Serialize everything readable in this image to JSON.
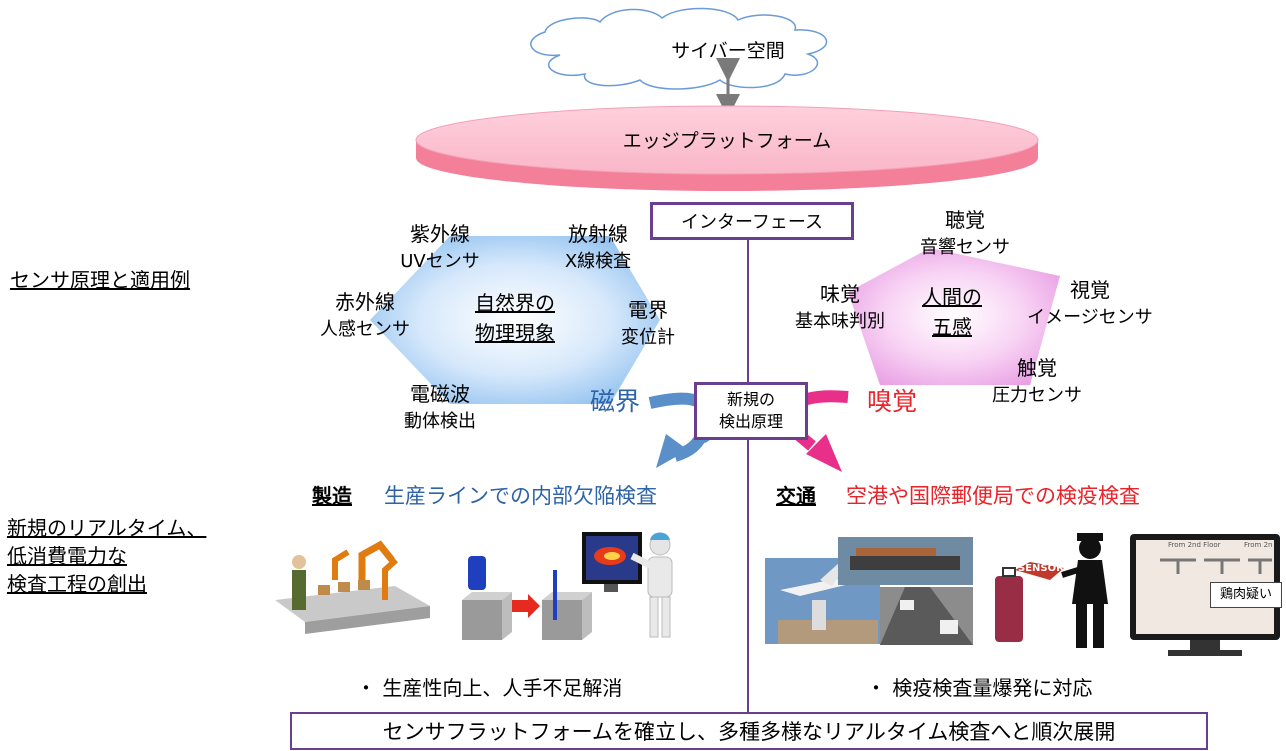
{
  "cloud": {
    "label": "サイバー空間"
  },
  "platform": {
    "label": "エッジプラットフォーム"
  },
  "interface": {
    "label": "インターフェース"
  },
  "left_heading": {
    "label": "センサ原理と適用例"
  },
  "left_bottom": {
    "lines": [
      "新規のリアルタイム、",
      "低消費電力な",
      "検査工程の創出"
    ]
  },
  "physical": {
    "center": [
      "自然界の",
      "物理現象"
    ],
    "items": [
      {
        "title": "紫外線",
        "sub": "UVセンサ"
      },
      {
        "title": "放射線",
        "sub": "X線検査"
      },
      {
        "title": "赤外線",
        "sub": "人感センサ"
      },
      {
        "title": "電界",
        "sub": "変位計"
      },
      {
        "title": "電磁波",
        "sub": "動体検出"
      }
    ],
    "highlight": "磁界",
    "highlight_color": "#2e63a8"
  },
  "senses": {
    "center": [
      "人間の",
      "五感"
    ],
    "items": [
      {
        "title": "聴覚",
        "sub": "音響センサ"
      },
      {
        "title": "味覚",
        "sub": "基本味判別"
      },
      {
        "title": "視覚",
        "sub": "イメージセンサ"
      },
      {
        "title": "触覚",
        "sub": "圧力センサ"
      }
    ],
    "highlight": "嗅覚",
    "highlight_color": "#e8232a"
  },
  "new_principle": {
    "lines": [
      "新規の",
      "検出原理"
    ]
  },
  "manufacturing": {
    "tag": "製造",
    "title": "生産ラインでの内部欠陥検査",
    "benefit": "・ 生産性向上、人手不足解消"
  },
  "transport": {
    "tag": "交通",
    "title": "空港や国際郵便局での検疫検査",
    "benefit": "・ 検疫検査量爆発に対応",
    "sensor_label": "SENSOR",
    "screen_popup": "鶏肉疑い",
    "screen_header_left": "From 2nd Floor",
    "screen_header_right": "From 2n"
  },
  "bottom_banner": {
    "label": "センサフラットフォームを確立し、多種多様なリアルタイム検査へと順次展開"
  },
  "colors": {
    "purple": "#6b3f8f",
    "blue_arrow": "#5b8fc9",
    "pink_arrow": "#e8308a",
    "platform": "#f7a3b9"
  }
}
